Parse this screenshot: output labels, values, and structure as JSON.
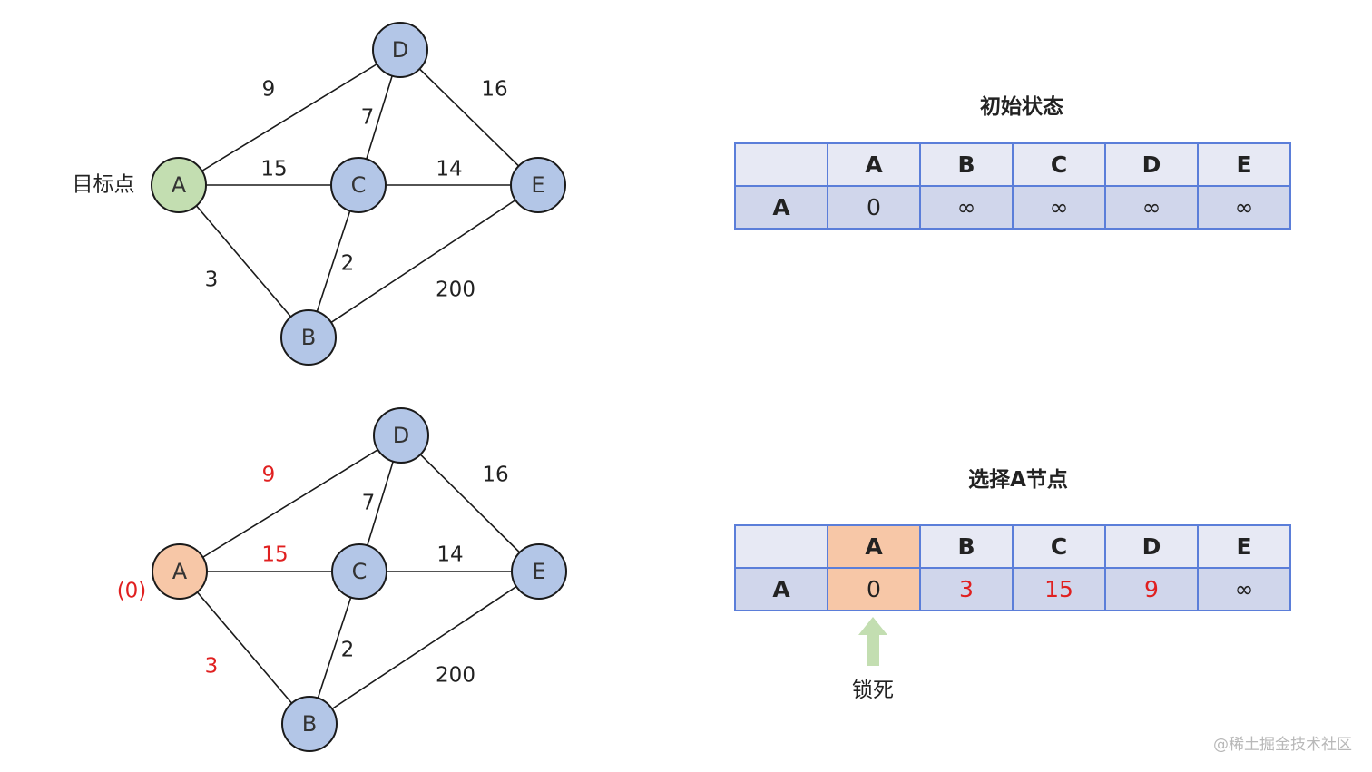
{
  "graph1": {
    "target_label": "目标点",
    "nodes": {
      "A": "A",
      "B": "B",
      "C": "C",
      "D": "D",
      "E": "E"
    },
    "edges": {
      "AD": "9",
      "AC": "15",
      "AB": "3",
      "DC": "7",
      "DE": "16",
      "CE": "14",
      "CB": "2",
      "BE": "200"
    }
  },
  "graph2": {
    "a_distance": "(0)",
    "nodes": {
      "A": "A",
      "B": "B",
      "C": "C",
      "D": "D",
      "E": "E"
    },
    "edges": {
      "AD": "9",
      "AC": "15",
      "AB": "3",
      "DC": "7",
      "DE": "16",
      "CE": "14",
      "CB": "2",
      "BE": "200"
    }
  },
  "table1": {
    "title": "初始状态",
    "columns": [
      "",
      "A",
      "B",
      "C",
      "D",
      "E"
    ],
    "row": [
      "A",
      "0",
      "∞",
      "∞",
      "∞",
      "∞"
    ]
  },
  "table2": {
    "title": "选择A节点",
    "columns": [
      "",
      "A",
      "B",
      "C",
      "D",
      "E"
    ],
    "row": [
      "A",
      "0",
      "3",
      "15",
      "9",
      "∞"
    ],
    "lock_label": "锁死"
  },
  "colors": {
    "node_default": "#b3c6e7",
    "node_target": "#c3deb1",
    "node_selected": "#f7c7a7",
    "updated_text": "#e02020",
    "table_border": "#5b7ed9",
    "arrow": "#c3deb1"
  },
  "watermark": "@稀土掘金技术社区"
}
